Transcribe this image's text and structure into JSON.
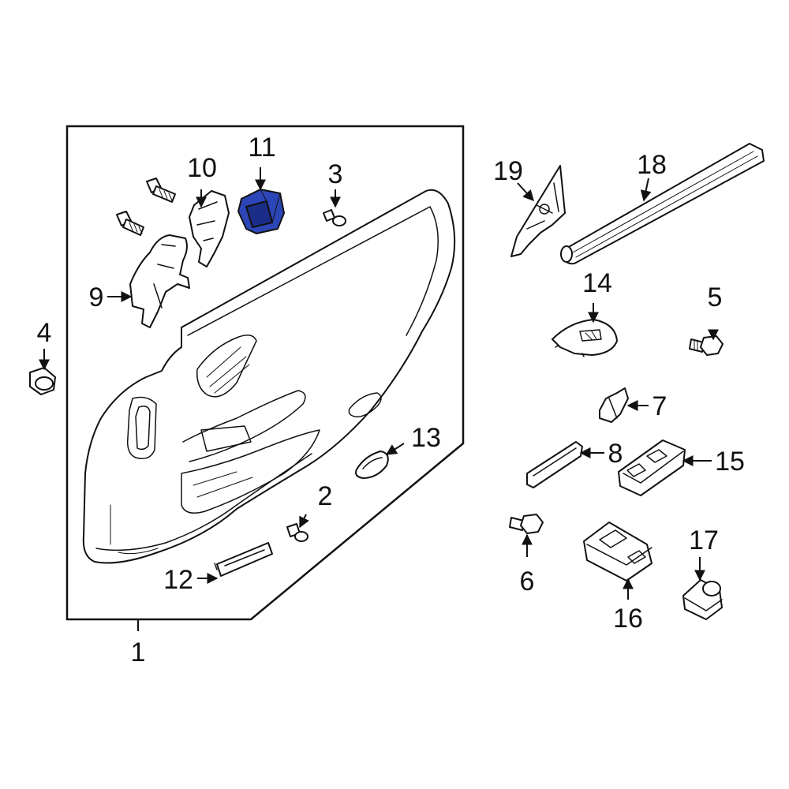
{
  "callouts": {
    "c1": "1",
    "c2": "2",
    "c3": "3",
    "c4": "4",
    "c5": "5",
    "c6": "6",
    "c7": "7",
    "c8": "8",
    "c9": "9",
    "c10": "10",
    "c11": "11",
    "c12": "12",
    "c13": "13",
    "c14": "14",
    "c15": "15",
    "c16": "16",
    "c17": "17",
    "c18": "18",
    "c19": "19"
  },
  "highlighted_part": "11",
  "colors": {
    "line": "#111111",
    "background": "#ffffff",
    "highlight_fill": "#2c46b8",
    "highlight_dark": "#1b2d86"
  }
}
